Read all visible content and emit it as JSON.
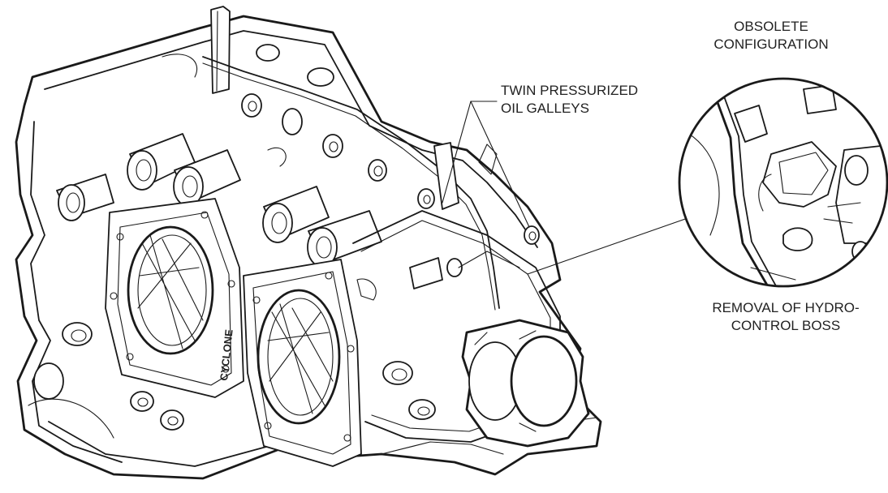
{
  "callouts": {
    "oil_galleys": {
      "line1": "TWIN PRESSURIZED",
      "line2": "OIL GALLEYS"
    },
    "obsolete": {
      "line1": "OBSOLETE",
      "line2": "CONFIGURATION"
    },
    "removal": {
      "line1": "REMOVAL OF HYDRO-",
      "line2": "CONTROL BOSS"
    }
  },
  "engraving": "CYCLONE",
  "colors": {
    "line": "#1a1a1a",
    "background": "#ffffff"
  }
}
